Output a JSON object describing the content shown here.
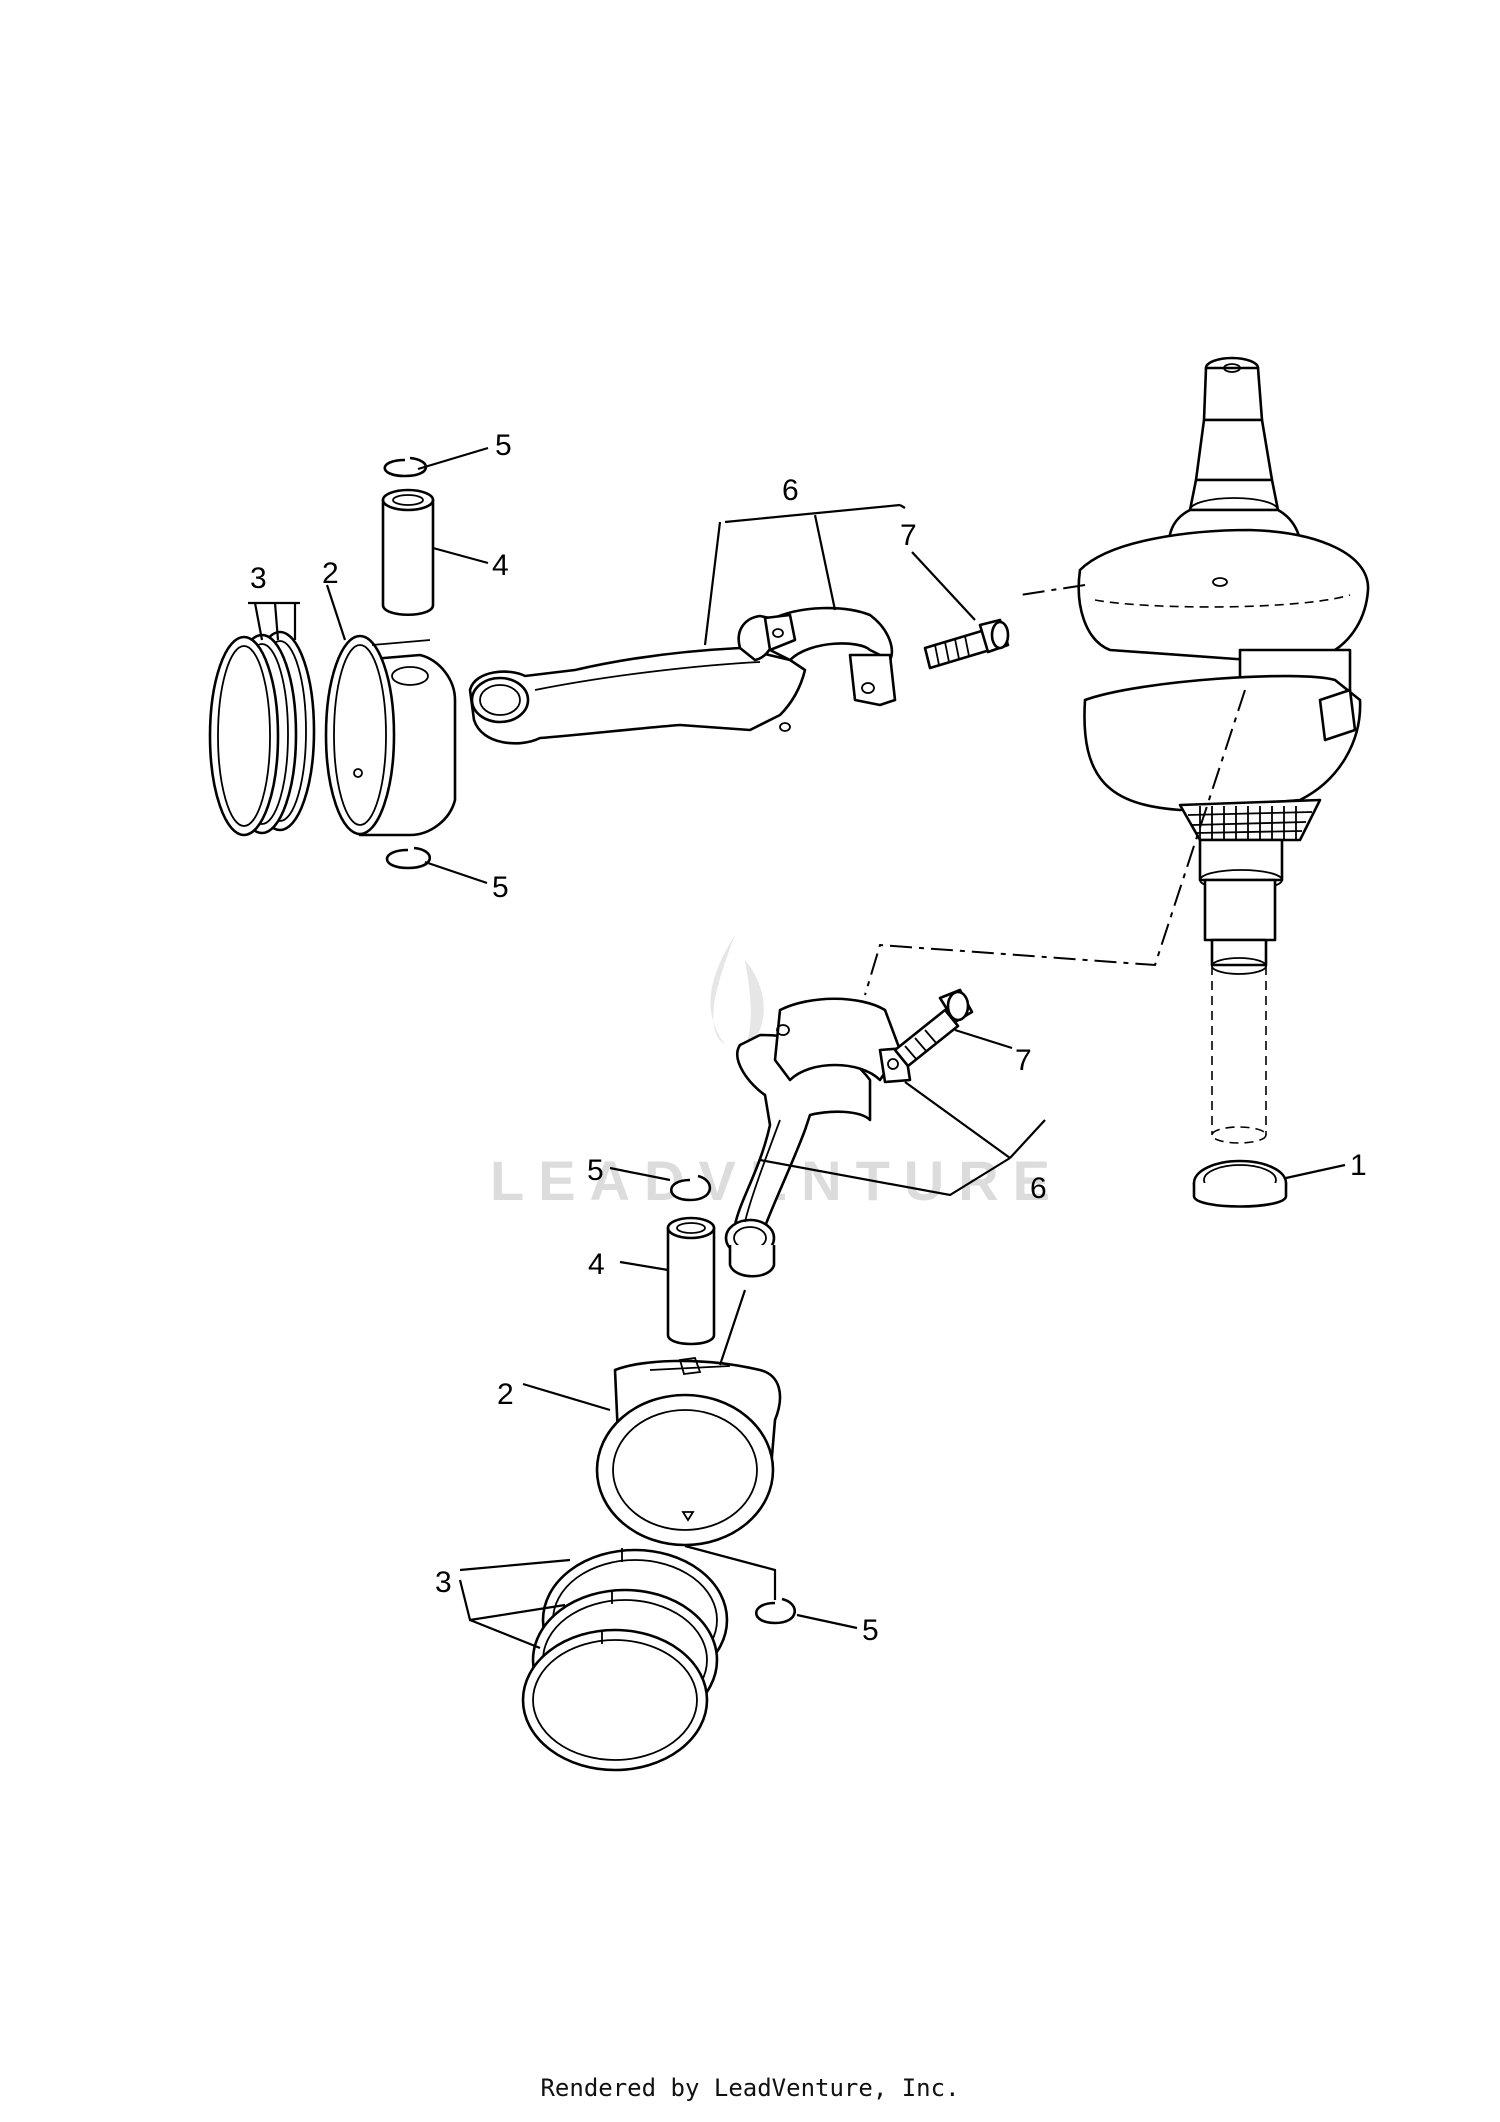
{
  "watermark": {
    "text": "LEADVENTURE"
  },
  "footer": {
    "text": "Rendered by LeadVenture, Inc."
  },
  "callouts": {
    "crankshaft_seal": "1",
    "piston_upper": "2",
    "piston_lower": "2",
    "rings_upper": "3",
    "rings_lower": "3",
    "pin_upper": "4",
    "pin_lower": "4",
    "clip_upper_top": "5",
    "clip_upper_bottom": "5",
    "clip_lower_top": "5",
    "clip_lower_bottom": "5",
    "rod_upper": "6",
    "rod_lower": "6",
    "bolt_upper": "7",
    "bolt_lower": "7"
  }
}
